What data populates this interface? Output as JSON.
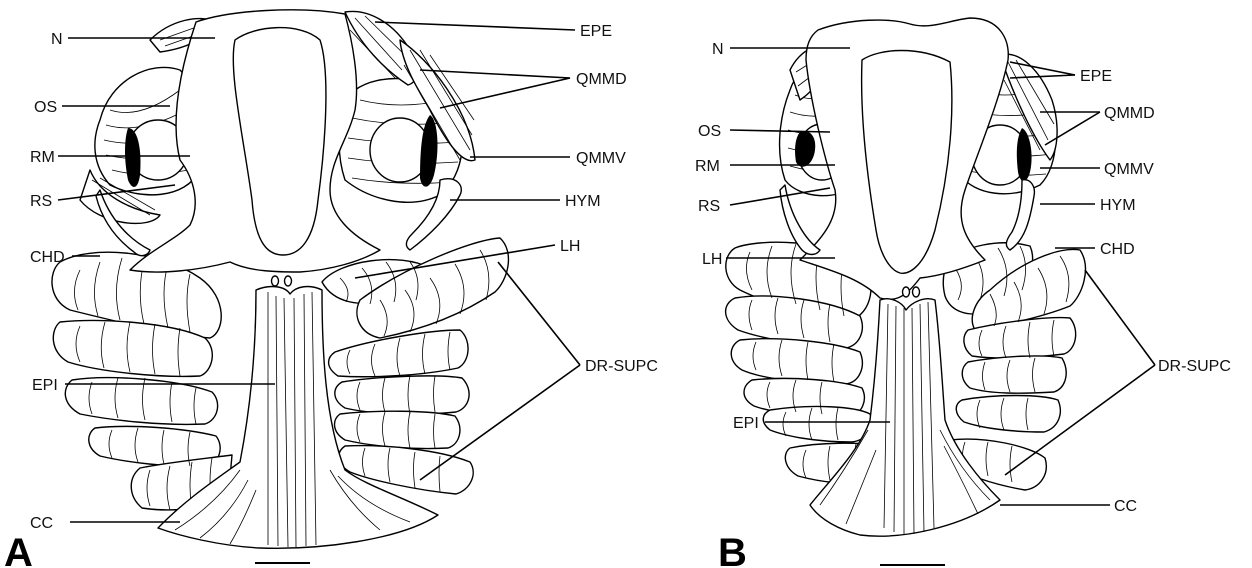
{
  "panels": [
    {
      "letter": "A",
      "labels": [
        "N",
        "OS",
        "RM",
        "RS",
        "CHD",
        "EPI",
        "CC",
        "EPE",
        "QMMD",
        "QMMV",
        "HYM",
        "LH",
        "DR-SUPC"
      ]
    },
    {
      "letter": "B",
      "labels": [
        "N",
        "OS",
        "RM",
        "RS",
        "LH",
        "EPI",
        "EPE",
        "QMMD",
        "QMMV",
        "HYM",
        "CHD",
        "DR-SUPC",
        "CC"
      ]
    }
  ]
}
